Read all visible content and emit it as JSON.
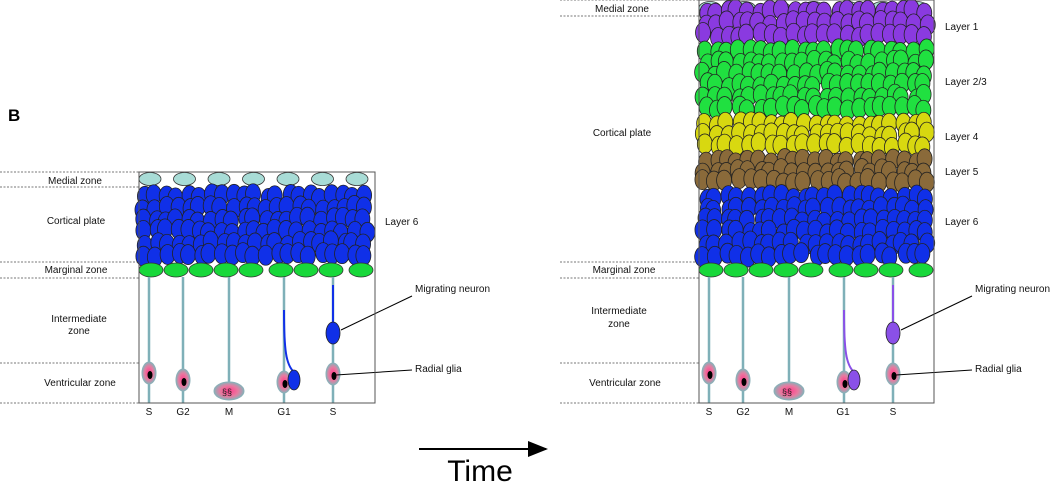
{
  "panel_label": "B",
  "time_label": "Time",
  "colors": {
    "medial": "#a8dcd6",
    "layer6": "#1030e8",
    "marginal": "#18d83a",
    "layer1": "#8a3ae0",
    "layer23": "#20e040",
    "layer4": "#d8d810",
    "layer5": "#8a6a3a",
    "glia_fiber": "#7fb0b8",
    "nucleus_pink": "#e85a8a",
    "migrating_early": "#1030e8",
    "migrating_late": "#8a50e8"
  },
  "left_panel": {
    "zones": [
      "Medial zone",
      "Cortical plate",
      "Marginal zone",
      "Intermediate zone",
      "Ventricular zone"
    ],
    "intermediate_lines": [
      "Intermediate",
      "zone"
    ],
    "layer_labels": [
      "Layer 6"
    ],
    "callouts": [
      "Migrating neuron",
      "Radial glia"
    ],
    "phases": [
      "S",
      "G2",
      "M",
      "G1",
      "S"
    ]
  },
  "right_panel": {
    "zones": [
      "Medial zone",
      "Cortical plate",
      "Marginal zone",
      "Intermediate zone",
      "Ventricular zone"
    ],
    "intermediate_lines": [
      "Intermediate",
      "zone"
    ],
    "layer_labels": [
      "Layer 1",
      "Layer 2/3",
      "Layer 4",
      "Layer 5",
      "Layer 6"
    ],
    "callouts": [
      "Migrating neuron",
      "Radial glia"
    ],
    "phases": [
      "S",
      "G2",
      "M",
      "G1",
      "S"
    ]
  }
}
